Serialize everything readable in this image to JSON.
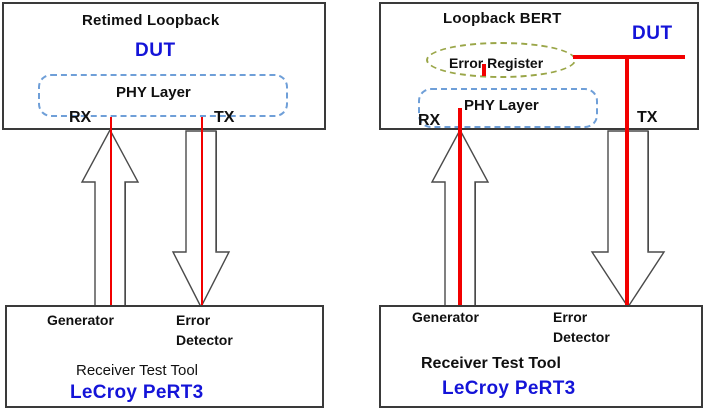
{
  "figure": {
    "description": "Two side-by-side block diagrams comparing Retimed Loopback and Loopback BERT device-under-test configurations with a LeCroy PeRT3 receiver test tool"
  },
  "left_panel": {
    "dut": {
      "title": "Retimed Loopback",
      "dut_label": "DUT",
      "phy_label": "PHY Layer",
      "rx_label": "RX",
      "tx_label": "TX"
    },
    "tool": {
      "generator_label": "Generator",
      "error_detector_line1": "Error",
      "error_detector_line2": "Detector",
      "tool_name": "Receiver Test Tool",
      "brand": "LeCroy PeRT3"
    },
    "arrows": {
      "up_arrow_name": "rx-up-arrow",
      "down_arrow_name": "tx-down-arrow"
    }
  },
  "right_panel": {
    "dut": {
      "title": "Loopback BERT",
      "dut_label": "DUT",
      "error_register_label": "Error Register",
      "phy_label": "PHY Layer",
      "rx_label": "RX",
      "tx_label": "TX"
    },
    "tool": {
      "generator_label": "Generator",
      "error_detector_line1": "Error",
      "error_detector_line2": "Detector",
      "tool_name": "Receiver Test Tool",
      "brand": "LeCroy PeRT3"
    },
    "arrows": {
      "up_arrow_name": "rx-up-arrow",
      "down_arrow_name": "tx-down-arrow"
    }
  },
  "colors": {
    "signal_red": "#f20000",
    "brand_blue": "#1414d8",
    "phy_dash_blue": "#6f9fd8",
    "error_register_dash_olive": "#9aa648",
    "box_border": "#3a3a3a",
    "arrow_stroke": "#4a4a4a"
  }
}
